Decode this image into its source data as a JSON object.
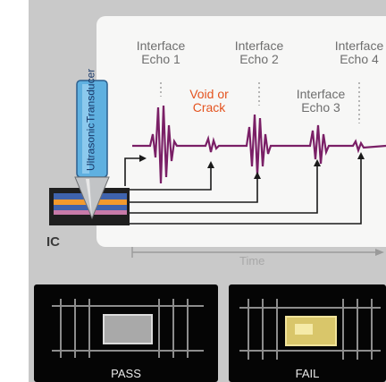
{
  "labels": {
    "echo1": [
      "Interface",
      "Echo 1"
    ],
    "echo2": [
      "Interface",
      "Echo 2"
    ],
    "echo3": [
      "Interface",
      "Echo 3"
    ],
    "echo4": [
      "Interface",
      "Echo 4"
    ],
    "void": [
      "Void or",
      "Crack"
    ],
    "transducer": [
      "Ultrasonic",
      "Transducer"
    ],
    "ic": "IC",
    "time": "Time",
    "stray": "n"
  },
  "thumbnails": [
    {
      "caption": "PASS",
      "chip_color": "#a9a9a9"
    },
    {
      "caption": "FAIL",
      "chip_color": "#d9c66a"
    }
  ],
  "colors": {
    "waveform": "#7a1f66",
    "layer_blue": "#3f63ad",
    "layer_orange": "#f29a2e",
    "void_text": "#e4531f",
    "transducer_blue": "#5fb0e0"
  }
}
